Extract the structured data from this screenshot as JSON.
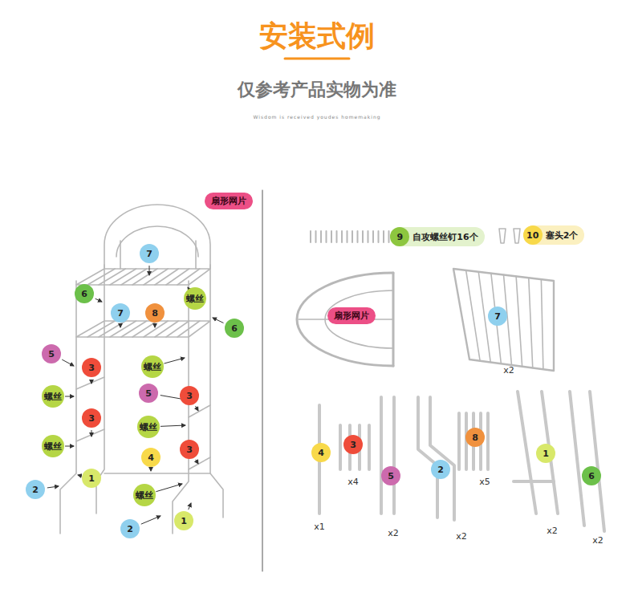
{
  "diagram": {
    "title": "安装式例",
    "nodes": [
      {
        "text": [
          "扇形网片"
        ]
      },
      {
        "text": [
          "7"
        ]
      },
      {
        "text": [
          "6"
        ]
      },
      {
        "text": [
          "7"
        ]
      },
      {
        "text": [
          "8"
        ]
      },
      {
        "text": [
          "螺丝"
        ]
      },
      {
        "text": [
          "6"
        ]
      },
      {
        "text": [
          "5"
        ]
      },
      {
        "text": [
          "3"
        ]
      },
      {
        "text": [
          "螺丝"
        ]
      },
      {
        "text": [
          "螺丝"
        ]
      },
      {
        "text": [
          "5"
        ]
      },
      {
        "text": [
          "3"
        ]
      },
      {
        "text": [
          "3"
        ]
      },
      {
        "text": [
          "螺丝"
        ]
      },
      {
        "text": [
          "螺丝"
        ]
      },
      {
        "text": [
          "3"
        ]
      },
      {
        "text": [
          "4"
        ]
      },
      {
        "text": [
          "1"
        ]
      },
      {
        "text": [
          "螺丝"
        ]
      },
      {
        "text": [
          "2"
        ]
      },
      {
        "text": [
          "2"
        ]
      },
      {
        "text": [
          "1"
        ]
      },
      {
        "text": [
          "9",
          "自攻螺丝钉16个"
        ]
      },
      {
        "text": [
          "10",
          "塞头2个"
        ]
      },
      {
        "text": [
          "扇形网片"
        ]
      },
      {
        "text": [
          "7"
        ]
      },
      {
        "text": [
          "4"
        ]
      },
      {
        "text": [
          "3"
        ]
      },
      {
        "text": [
          "5"
        ]
      },
      {
        "text": [
          "2"
        ]
      },
      {
        "text": [
          "8"
        ]
      },
      {
        "text": [
          "1"
        ]
      },
      {
        "text": [
          "6"
        ]
      }
    ],
    "edges": [],
    "labels": [
      "仅参考产品实物为准",
      "Wisdom is received youdes homemaking",
      "x2",
      "x4",
      "x1",
      "x2",
      "x2",
      "x5",
      "x2",
      "x2"
    ]
  }
}
